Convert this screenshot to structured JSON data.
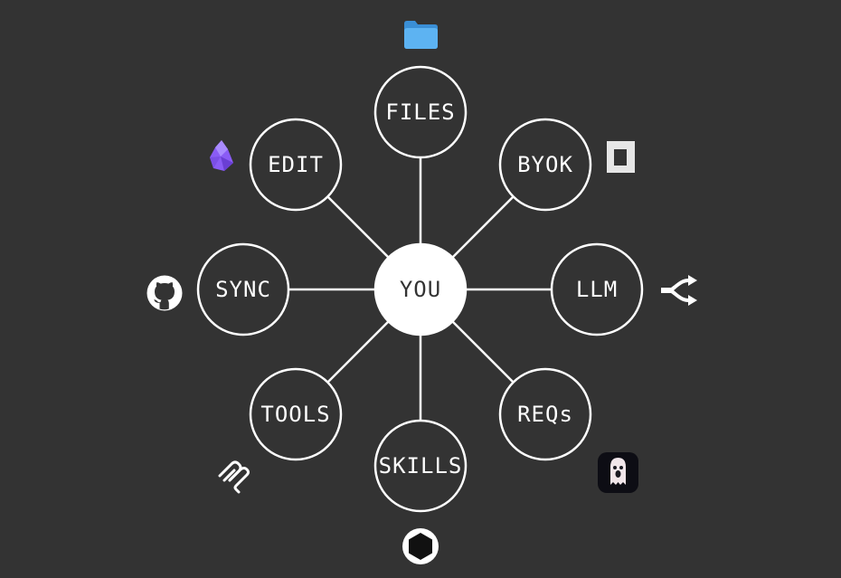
{
  "colors": {
    "background": "#333333",
    "stroke": "#ffffff",
    "label": "#ffffff",
    "center_fill": "#ffffff",
    "center_label": "#333333",
    "folder_blue": "#55aaee",
    "obsidian_purple": "#8a5cf5",
    "app_badge": "#0d0d14"
  },
  "center": {
    "label": "YOU"
  },
  "nodes": [
    {
      "id": "files",
      "label": "FILES",
      "icon": "folder-icon"
    },
    {
      "id": "byok",
      "label": "BYOK",
      "icon": "key-card-icon"
    },
    {
      "id": "llm",
      "label": "LLM",
      "icon": "openrouter-icon"
    },
    {
      "id": "reqs",
      "label": "REQs",
      "icon": "ghost-app-icon"
    },
    {
      "id": "skills",
      "label": "SKILLS",
      "icon": "hexagon-icon"
    },
    {
      "id": "tools",
      "label": "TOOLS",
      "icon": "mcp-icon"
    },
    {
      "id": "sync",
      "label": "SYNC",
      "icon": "github-icon"
    },
    {
      "id": "edit",
      "label": "EDIT",
      "icon": "obsidian-icon"
    }
  ]
}
